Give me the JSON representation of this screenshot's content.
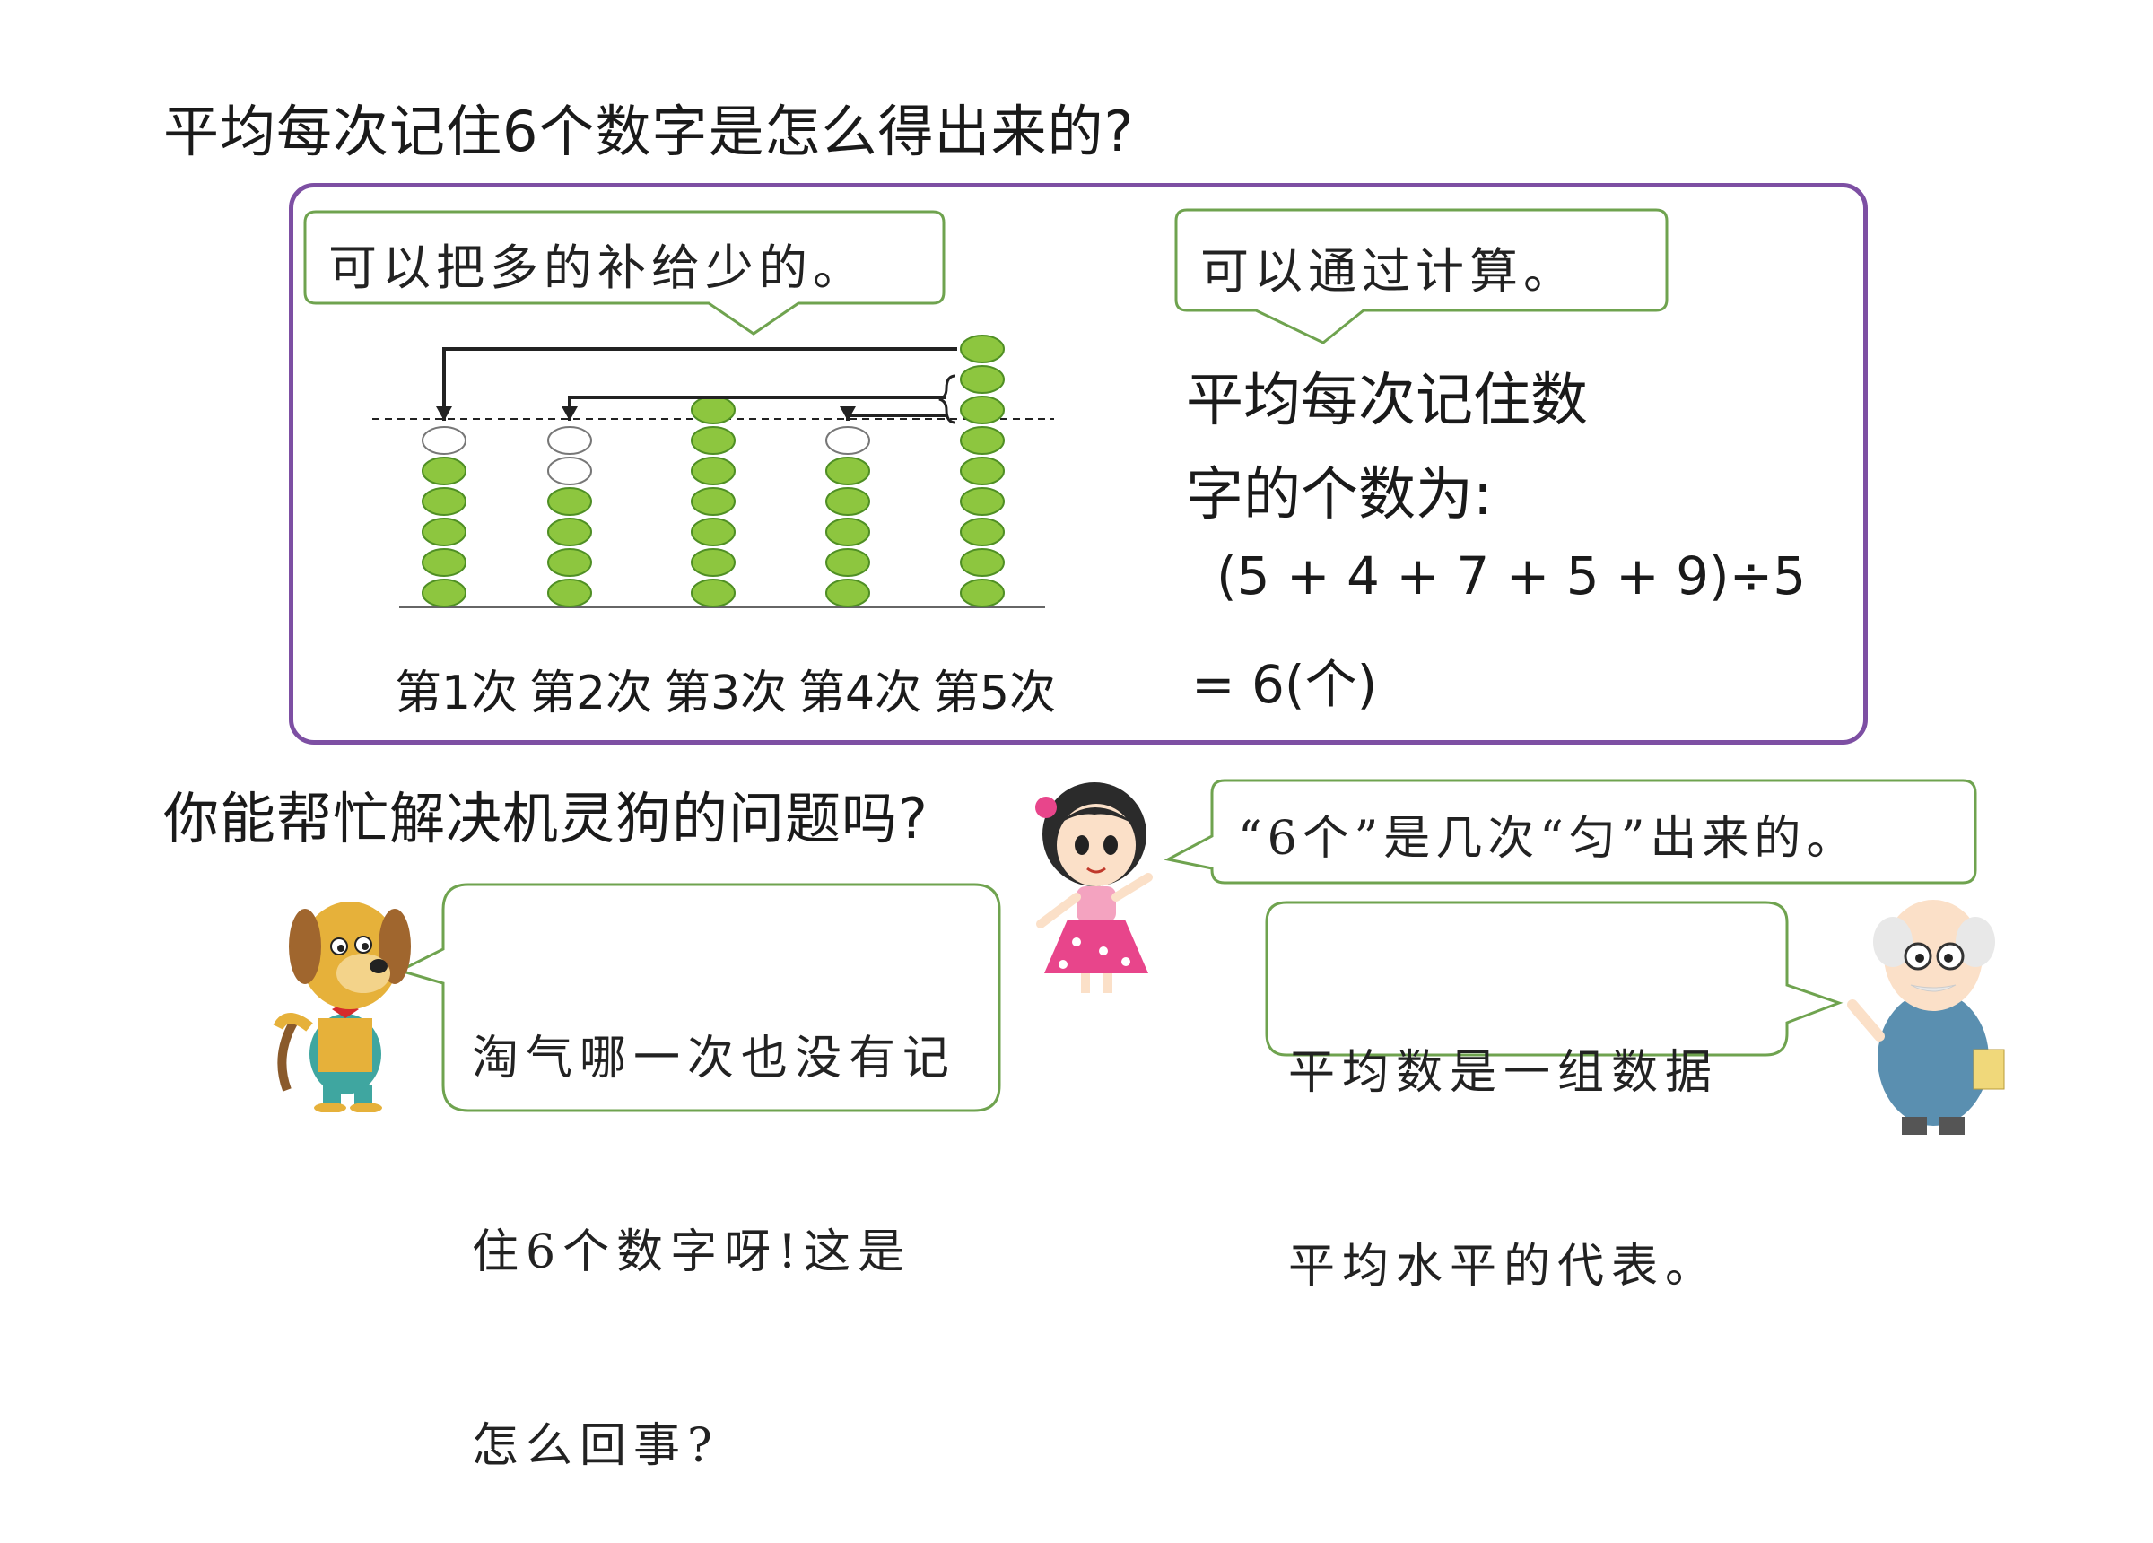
{
  "heading_top": "平均每次记住6个数字是怎么得出来的?",
  "left_bubble": "可以把多的补给少的。",
  "right_bubble": "可以通过计算。",
  "calc_line1": "平均每次记住数",
  "calc_line2": "字的个数为:",
  "calc_expr": "(5 + 4 + 7 + 5 + 9)÷5",
  "calc_result": "= 6(个)",
  "trials": [
    "第1次",
    "第2次",
    "第3次",
    "第4次",
    "第5次"
  ],
  "bead_counts": [
    5,
    4,
    7,
    5,
    9
  ],
  "average": 6,
  "heading_bottom": "你能帮忙解决机灵狗的问题吗?",
  "dog_bubble_lines": [
    "淘气哪一次也没有记",
    "住6个数字呀!这是",
    "怎么回事?"
  ],
  "girl_bubble": "“6个”是几次“匀”出来的。",
  "teacher_bubble_lines": [
    "平均数是一组数据",
    "平均水平的代表。"
  ],
  "colors": {
    "bead_fill": "#8dc63f",
    "bead_stroke": "#4f8f24",
    "panel_border": "#7d4fa3",
    "bubble_border": "#6fa34f"
  }
}
